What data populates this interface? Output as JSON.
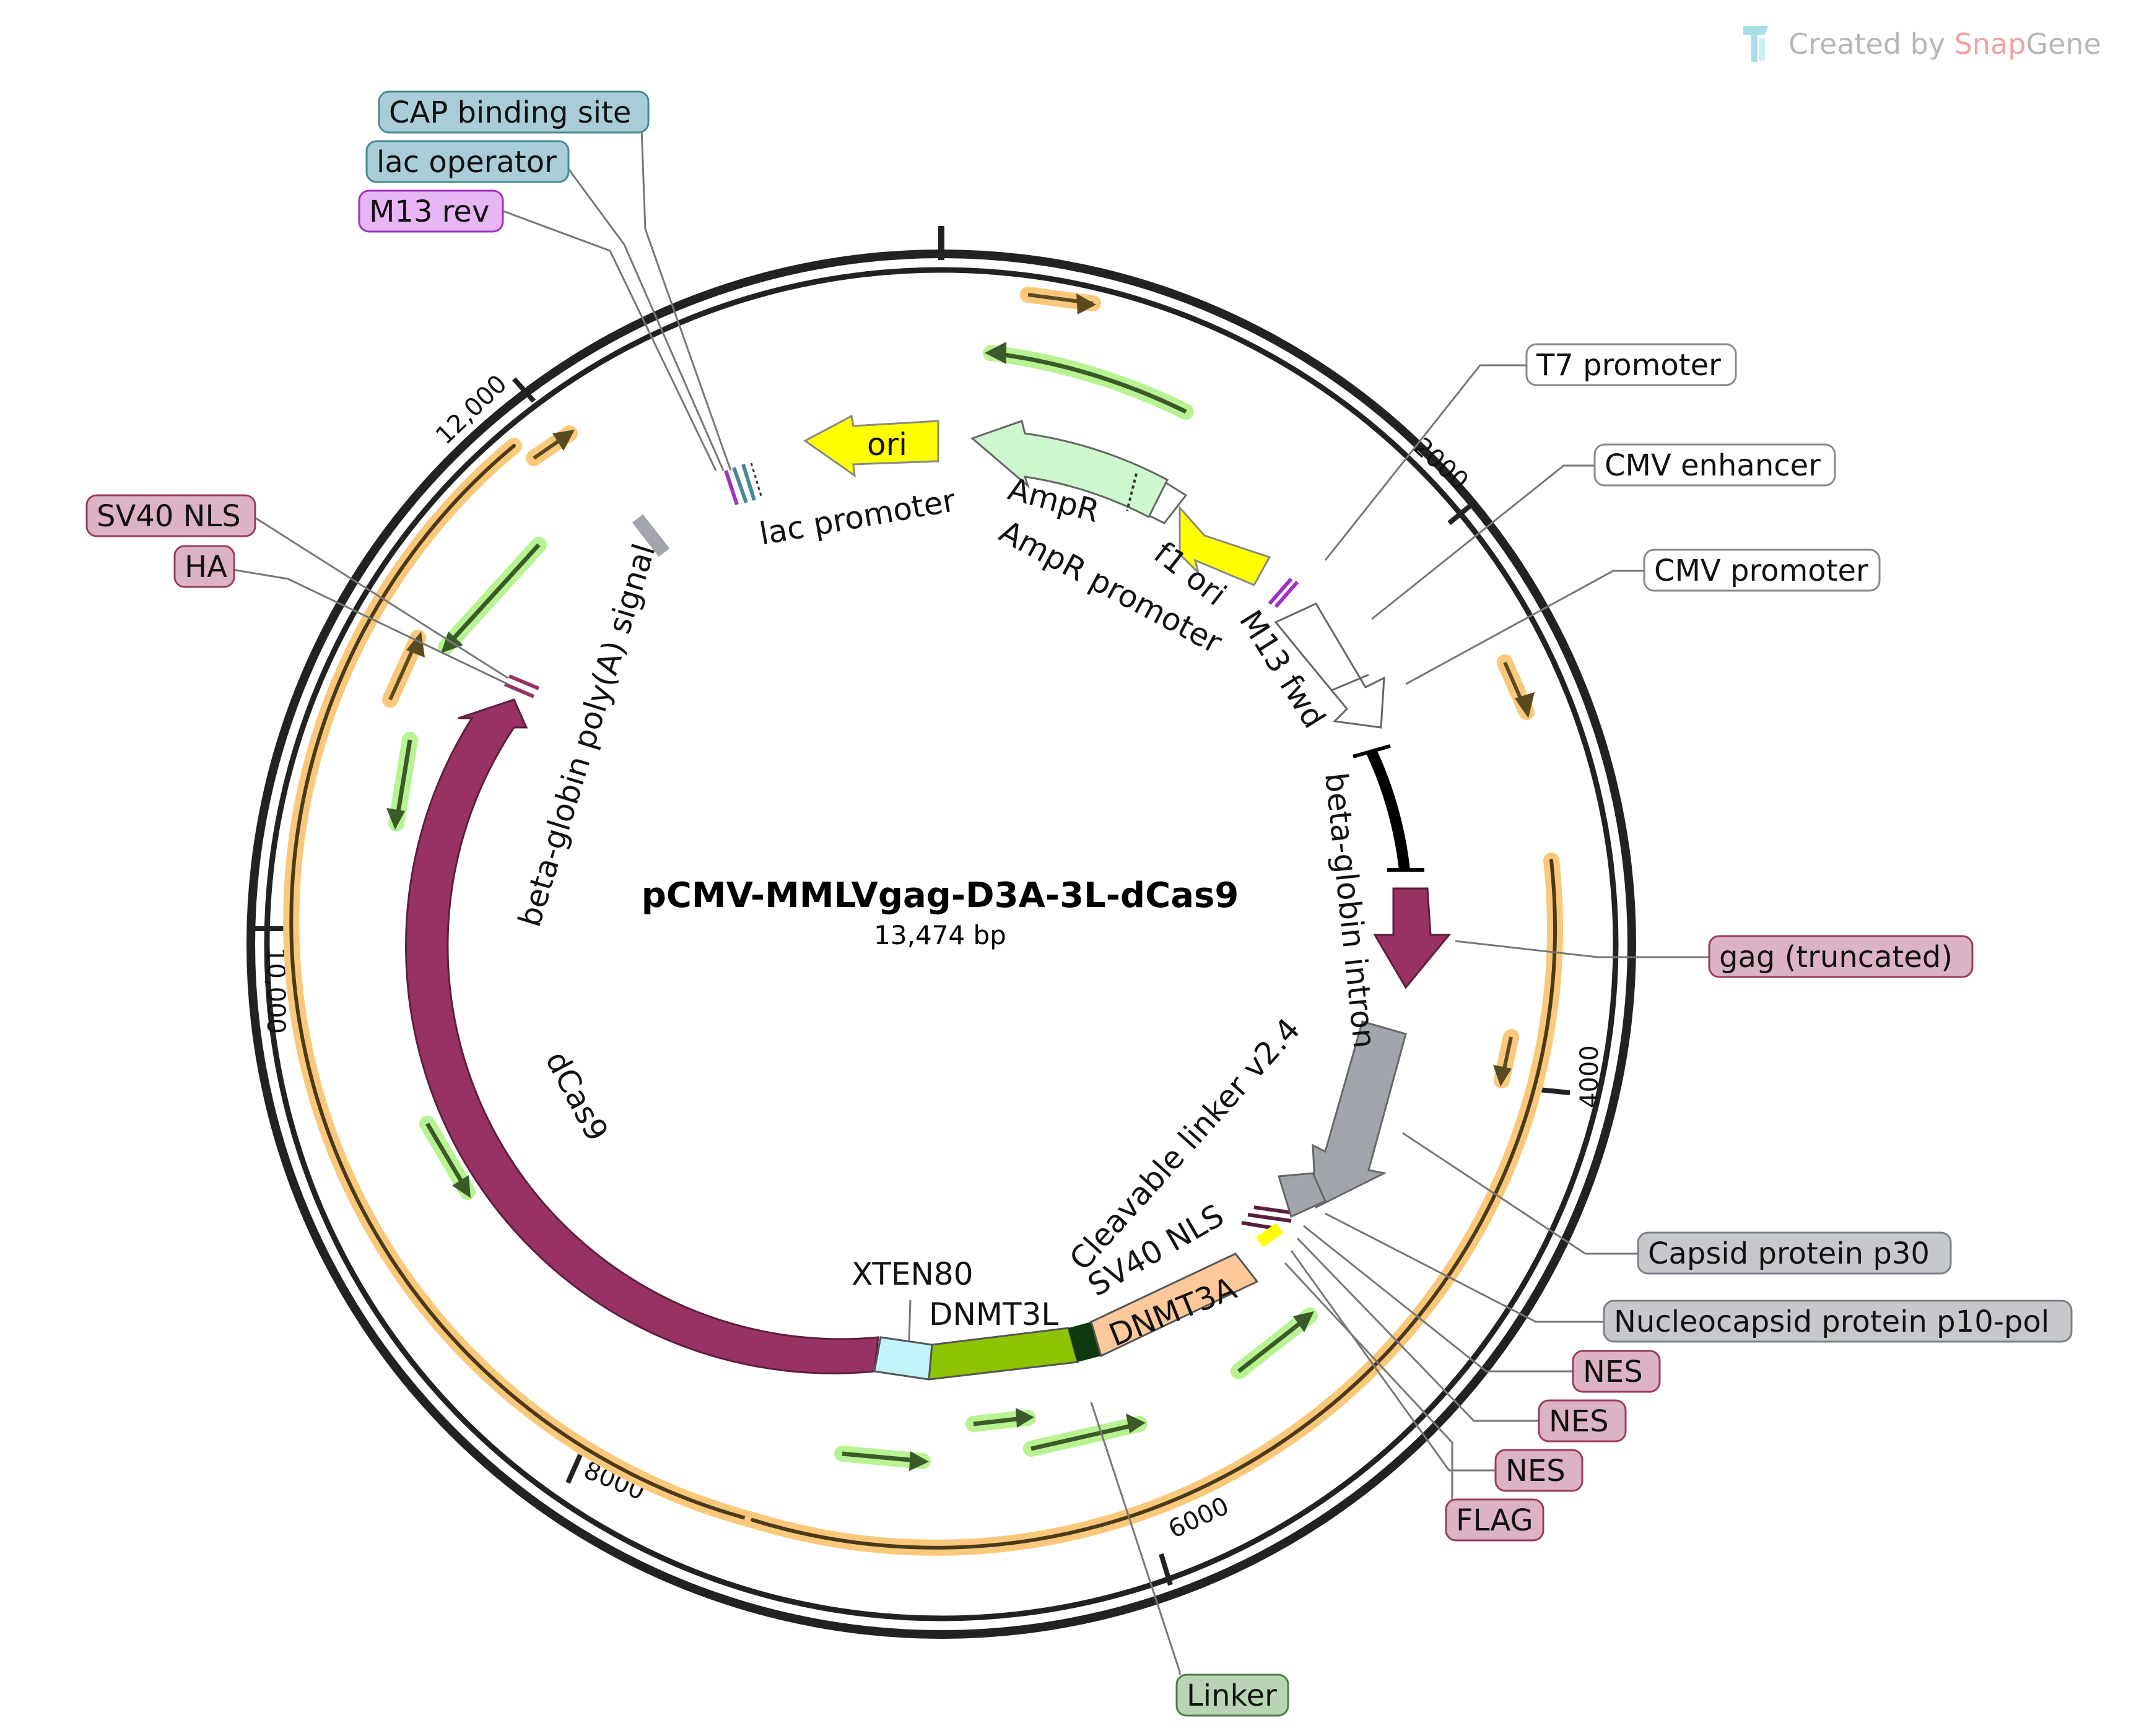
{
  "watermark": {
    "prefix": "Created by ",
    "brand_a": "Snap",
    "brand_b": "Gene"
  },
  "plasmid": {
    "name": "pCMV-MMLVgag-D3A-3L-dCas9",
    "size": "13,474 bp"
  },
  "ticks": [
    "2000",
    "4000",
    "6000",
    "8000",
    "10,000",
    "12,000"
  ],
  "boxed_labels": [
    {
      "text": "CAP binding site",
      "fill": "#a9cdd6",
      "stroke": "#4a8796"
    },
    {
      "text": "lac operator",
      "fill": "#a9cdd6",
      "stroke": "#4a8796"
    },
    {
      "text": "M13 rev",
      "fill": "#e8b5f5",
      "stroke": "#a030c0"
    },
    {
      "text": "SV40 NLS",
      "fill": "#dcb3c4",
      "stroke": "#9a3b5e"
    },
    {
      "text": "HA",
      "fill": "#dcb3c4",
      "stroke": "#9a3b5e"
    },
    {
      "text": "T7 promoter",
      "fill": "#ffffff",
      "stroke": "#888888"
    },
    {
      "text": "CMV enhancer",
      "fill": "#ffffff",
      "stroke": "#888888"
    },
    {
      "text": "CMV promoter",
      "fill": "#ffffff",
      "stroke": "#888888"
    },
    {
      "text": "gag (truncated)",
      "fill": "#dcb3c4",
      "stroke": "#9a3b5e"
    },
    {
      "text": "Capsid protein p30",
      "fill": "#c6c8cc",
      "stroke": "#7c8088"
    },
    {
      "text": "Nucleocapsid protein p10-pol",
      "fill": "#c6c8cc",
      "stroke": "#7c8088"
    },
    {
      "text": "NES",
      "fill": "#dcb3c4",
      "stroke": "#9a3b5e"
    },
    {
      "text": "NES",
      "fill": "#dcb3c4",
      "stroke": "#9a3b5e"
    },
    {
      "text": "NES",
      "fill": "#dcb3c4",
      "stroke": "#9a3b5e"
    },
    {
      "text": "FLAG",
      "fill": "#dcb3c4",
      "stroke": "#9a3b5e"
    },
    {
      "text": "Linker",
      "fill": "#b9d4b4",
      "stroke": "#4e7a48"
    }
  ],
  "feature_labels": {
    "ori": "ori",
    "lac_promoter": "lac promoter",
    "ampr": "AmpR",
    "ampr_promoter": "AmpR promoter",
    "f1_ori": "f1 ori",
    "m13_fwd": "M13 fwd",
    "beta_globin_intron": "beta-globin intron",
    "cleavable_linker": "Cleavable linker v2.4",
    "sv40_nls": "SV40 NLS",
    "dnmt3a": "DNMT3A",
    "dnmt3l": "DNMT3L",
    "xten80": "XTEN80",
    "dcas9": "dCas9",
    "polya": "beta-globin poly(A) signal"
  },
  "colors": {
    "dcas9": "#983265",
    "dnmt3l": "#8dc300",
    "dnmt3a": "#ffc89a",
    "xten": "#c2f3fb",
    "ori": "#ffff00",
    "ampr": "#cdf7cc",
    "gray_feature": "#a2a6ac",
    "orf_outer": "#fac87a",
    "orf_green": "#b7f391"
  }
}
